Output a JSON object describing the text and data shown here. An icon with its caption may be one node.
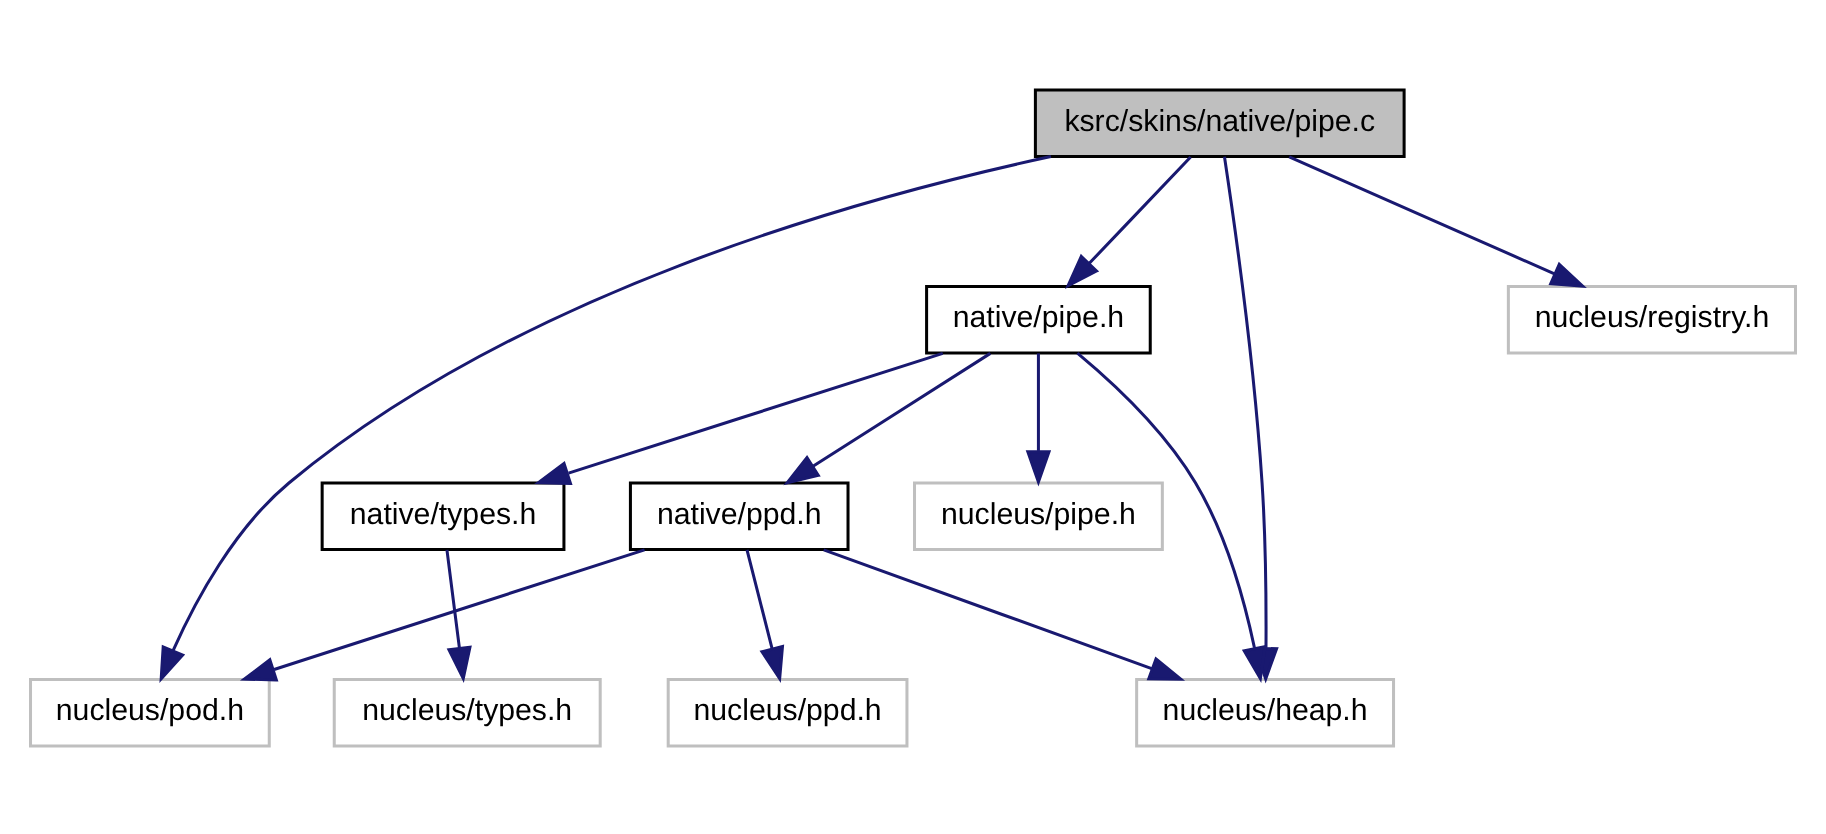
{
  "diagram": {
    "nodes": [
      {
        "text": [
          "ksrc/skins/native/pipe.c"
        ]
      },
      {
        "text": [
          "native/pipe.h"
        ]
      },
      {
        "text": [
          "nucleus/registry.h"
        ]
      },
      {
        "text": [
          "native/ppd.h"
        ]
      },
      {
        "text": [
          "native/types.h"
        ]
      },
      {
        "text": [
          "nucleus/pipe.h"
        ]
      },
      {
        "text": [
          "nucleus/pod.h"
        ]
      },
      {
        "text": [
          "nucleus/ppd.h"
        ]
      },
      {
        "text": [
          "nucleus/heap.h"
        ]
      },
      {
        "text": [
          "nucleus/types.h"
        ]
      }
    ],
    "edges": [
      {
        "from": 0,
        "to": 6,
        "arrow": "to"
      },
      {
        "from": 0,
        "to": 8,
        "arrow": "to"
      },
      {
        "from": 0,
        "to": 1,
        "arrow": "to"
      },
      {
        "from": 0,
        "to": 2,
        "arrow": "to"
      },
      {
        "from": 1,
        "to": 3,
        "arrow": "to"
      },
      {
        "from": 1,
        "to": 8,
        "arrow": "to"
      },
      {
        "from": 1,
        "to": 4,
        "arrow": "to"
      },
      {
        "from": 1,
        "to": 5,
        "arrow": "to"
      },
      {
        "from": 3,
        "to": 6,
        "arrow": "to"
      },
      {
        "from": 3,
        "to": 7,
        "arrow": "to"
      },
      {
        "from": 3,
        "to": 8,
        "arrow": "to"
      },
      {
        "from": 4,
        "to": 9,
        "arrow": "to"
      }
    ]
  }
}
